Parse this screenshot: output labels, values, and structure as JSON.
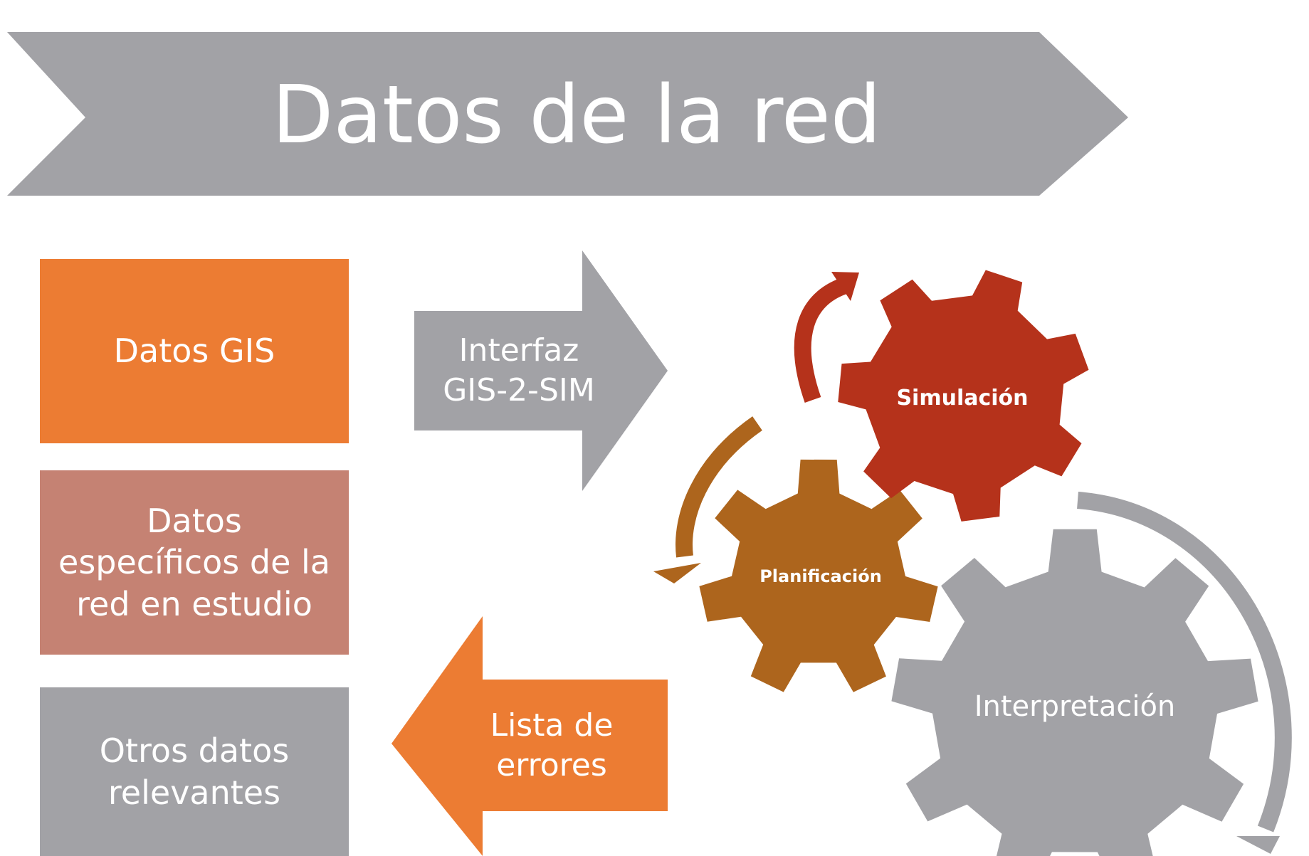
{
  "banner": {
    "title": "Datos de la red"
  },
  "boxes": {
    "gis": "Datos GIS",
    "specific": "Datos\nespecíficos de la\nred en estudio",
    "other": "Otros datos\nrelevantes"
  },
  "arrows": {
    "interface": "Interfaz\nGIS-2-SIM",
    "errors": "Lista de\nerrores"
  },
  "gears": {
    "simulation": "Simulación",
    "planning": "Planificación",
    "interpretation": "Interpretación"
  },
  "colors": {
    "gray": "#a2a2a6",
    "orange": "#ec7c33",
    "rose": "#c58273",
    "red": "#b5321b",
    "brown": "#ad651d"
  }
}
